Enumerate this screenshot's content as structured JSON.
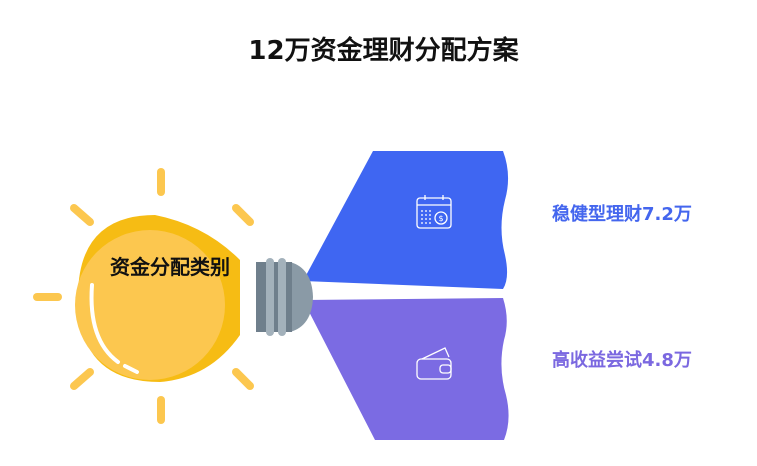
{
  "title": "12万资金理财分配方案",
  "center": {
    "label": "资金分配类别"
  },
  "branches": [
    {
      "label": "稳健型理财7.2万",
      "icon": "calendar-dollar-icon",
      "color": "#3f66f2"
    },
    {
      "label": "高收益尝试4.8万",
      "icon": "wallet-icon",
      "color": "#7b6be3"
    }
  ],
  "colors": {
    "bulb": "#fcc74f",
    "bulb_dark": "#f6bc14",
    "socket": "#8a9aa6"
  }
}
